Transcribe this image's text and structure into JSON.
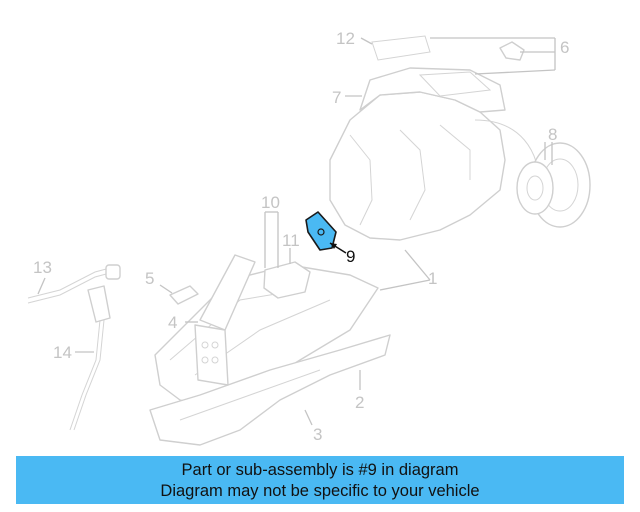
{
  "callouts": {
    "c1": "1",
    "c2": "2",
    "c3": "3",
    "c4": "4",
    "c5": "5",
    "c6": "6",
    "c7": "7",
    "c8": "8",
    "c9": "9",
    "c10": "10",
    "c11": "11",
    "c12": "12",
    "c13": "13",
    "c14": "14"
  },
  "highlighted_part": "9",
  "colors": {
    "highlight": "#4ab9f3",
    "line_art": "#c4c4c4",
    "banner": "#4ab9f3"
  },
  "banner": {
    "line1": "Part or sub-assembly is #9 in diagram",
    "line2": "Diagram may not be specific to your vehicle"
  }
}
